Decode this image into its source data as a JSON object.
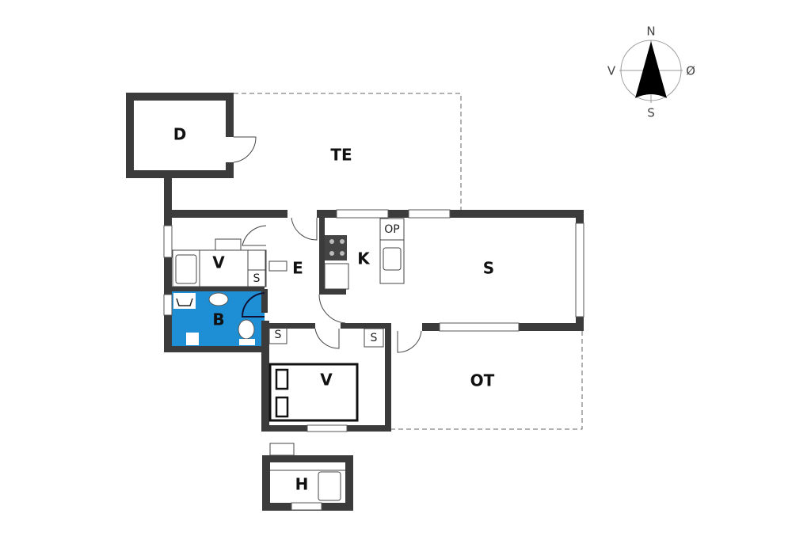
{
  "rooms": {
    "d": "D",
    "te": "TE",
    "v1": "V",
    "e": "E",
    "k": "K",
    "s": "S",
    "b": "B",
    "v2": "V",
    "ot": "OT",
    "h": "H"
  },
  "fixtures": {
    "op": "OP",
    "closet1": "S",
    "closet2": "S",
    "closet3": "S"
  },
  "compass": {
    "north": "N",
    "south": "S",
    "west": "V",
    "east": "Ø"
  },
  "colors": {
    "wall": "#3b3b3b",
    "bathroom": "#1e8fd5"
  }
}
